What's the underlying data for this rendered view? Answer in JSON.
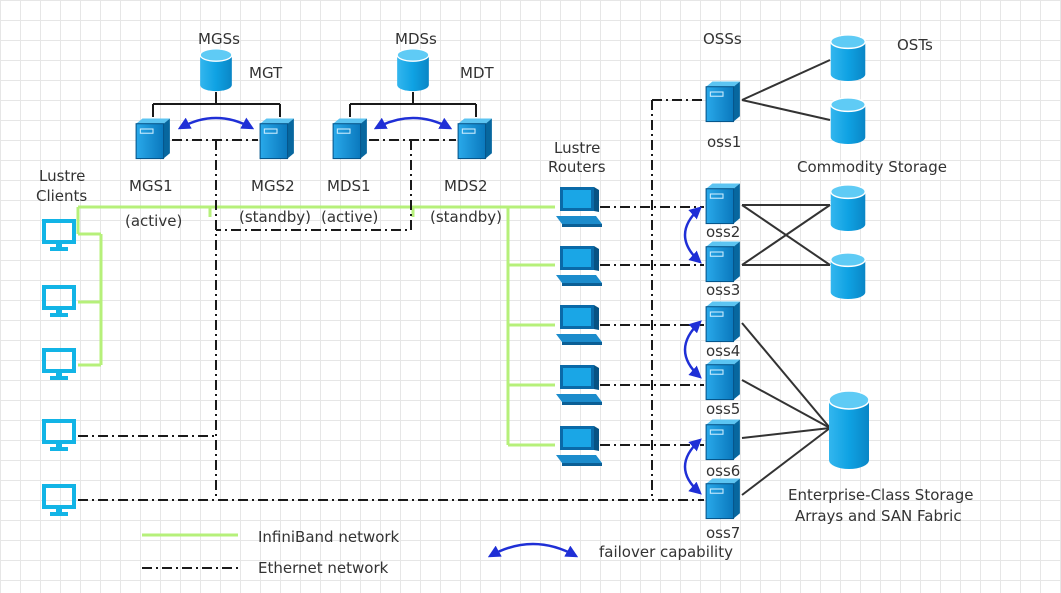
{
  "groups": {
    "mgss": "MGSs",
    "mdss": "MDSs",
    "osss": "OSSs",
    "osts": "OSTs",
    "mgt": "MGT",
    "mdt": "MDT"
  },
  "servers": {
    "mgs1": "MGS1",
    "mgs2": "MGS2",
    "mds1": "MDS1",
    "mds2": "MDS2",
    "mgs1_state": "(active)",
    "mgs2_state": "(standby)",
    "mds1_state": "(active)",
    "mds2_state": "(standby)"
  },
  "clients": {
    "label_line1": "Lustre",
    "label_line2": "Clients"
  },
  "routers": {
    "label_line1": "Lustre",
    "label_line2": "Routers"
  },
  "oss": [
    "oss1",
    "oss2",
    "oss3",
    "oss4",
    "oss5",
    "oss6",
    "oss7"
  ],
  "storage": {
    "commodity": "Commodity Storage",
    "enterprise_line1": "Enterprise-Class Storage",
    "enterprise_line2": "Arrays and SAN Fabric"
  },
  "legend": {
    "infiniband": "InfiniBand network",
    "ethernet": "Ethernet network",
    "failover": "failover capability"
  },
  "colors": {
    "device_blue": "#0b8fd6",
    "client_cyan": "#12b4e6",
    "infiniband_green": "#b6f07a",
    "failover_blue": "#1f2fd6"
  }
}
